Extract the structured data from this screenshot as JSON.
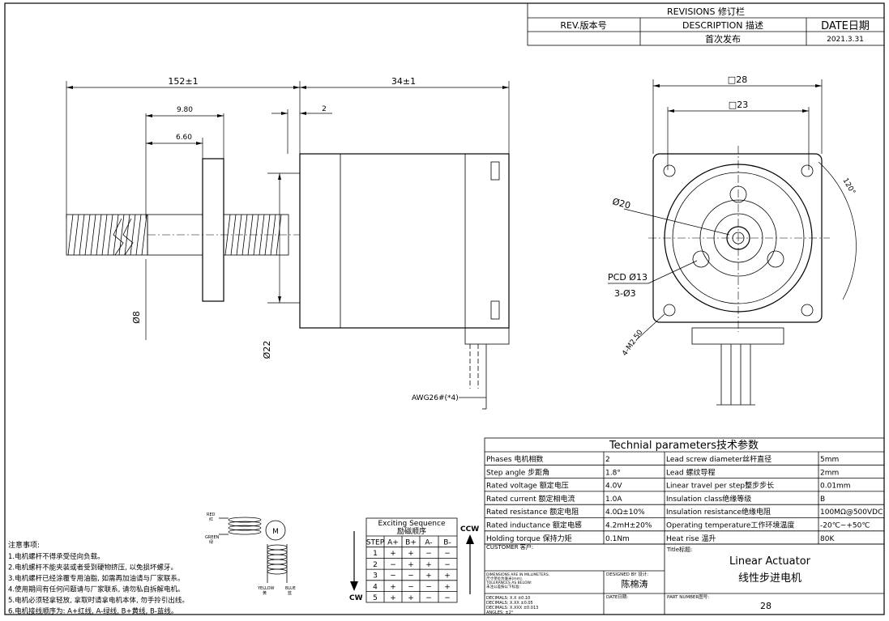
{
  "revisions": {
    "title": "REVISIONS 修订栏",
    "col_rev": "REV.版本号",
    "col_desc": "DESCRIPTION 描述",
    "col_date": "DATE日期",
    "row_desc": "首次发布",
    "row_date": "2021.3.31"
  },
  "side_view": {
    "dim_overall": "152±1",
    "dim_body": "34±1",
    "dim_980": "9.80",
    "dim_660": "6.60",
    "dim_2": "2",
    "dim_d8": "Ø8",
    "dim_d22": "Ø22",
    "wire_label": "AWG26#(*4)"
  },
  "front_view": {
    "dim_28": "□28",
    "dim_23": "□23",
    "dim_120": "120°",
    "dim_d20": "Ø20",
    "dim_pcd": "PCD Ø13",
    "dim_3holes": "3-Ø3",
    "dim_m250": "4-M2.50"
  },
  "params": {
    "title": "Technial parameters技术参数",
    "rows": [
      [
        "Phases 电机相数",
        "2",
        "Lead screw diameter丝杆直径",
        "5mm"
      ],
      [
        "Step angle 步距角",
        "1.8°",
        "Lead 螺纹导程",
        "2mm"
      ],
      [
        "Rated voltage 额定电压",
        "4.0V",
        "Linear travel per step整步步长",
        "0.01mm"
      ],
      [
        "Rated current 额定相电流",
        "1.0A",
        "Insulation class绝缘等级",
        "B"
      ],
      [
        "Rated resistance 额定电阻",
        "4.0Ω±10%",
        "Insulation resistance绝缘电阻",
        "100MΩ@500VDC"
      ],
      [
        "Rated inductance 额定电感",
        "4.2mH±20%",
        "Operating temperature工作环境温度",
        "-20℃~+50℃"
      ],
      [
        "Holding torque 保持力矩",
        "0.1Nm",
        "Heat rise 温升",
        "80K"
      ]
    ]
  },
  "title_block": {
    "customer": "CUSTOMER 客户:",
    "title_label": "Title标题:",
    "title_en": "Linear Actuator",
    "title_cn": "线性步进电机",
    "dims_note": "DIMENSIONS ARE IN MILLIMETERS.",
    "dims_note_cn": "尺寸单位为毫米(mm).",
    "tol_note": "TOLERANCES AS BELOW:",
    "tol_note_cn": "未注公差按以下标准:",
    "tol1": "DECIMALS: X.X  ±0.10",
    "tol2": "DECIMALS: X.XX  ±0.05",
    "tol3": "DECIMALS: X.XXX ±0.013",
    "tol4": "ANGLES: ±2°",
    "designed_label": "DESIGNED BY 设计:",
    "designer": "陈棉涛",
    "date_label": "DATE日期:",
    "part_label": "PART NUMBER图号:",
    "part_number": "28"
  },
  "sequence": {
    "title": "Exciting Sequence",
    "title_cn": "励磁顺序",
    "headers": [
      "STEP",
      "A+",
      "B+",
      "A-",
      "B-"
    ],
    "rows": [
      [
        "1",
        "+",
        "+",
        "−",
        "−"
      ],
      [
        "2",
        "−",
        "+",
        "+",
        "−"
      ],
      [
        "3",
        "−",
        "−",
        "+",
        "+"
      ],
      [
        "4",
        "+",
        "−",
        "−",
        "+"
      ],
      [
        "5",
        "+",
        "+",
        "−",
        "−"
      ]
    ],
    "ccw": "CCW",
    "cw": "CW"
  },
  "wiring": {
    "red": "RED",
    "red_cn": "红",
    "green": "GREEN",
    "green_cn": "绿",
    "yellow": "YELLOW",
    "yellow_cn": "黄",
    "blue": "BLUE",
    "blue_cn": "蓝",
    "motor": "M"
  },
  "notes": {
    "title": "注意事项:",
    "items": [
      "1.电机螺杆不得承受径向负载。",
      "2.电机螺杆不能夹装或者受到硬物挤压, 以免损坏螺牙。",
      "3.电机螺杆已经涂覆专用油脂, 如需再加油请与厂家联系。",
      "4.使用期间有任何问题请与厂家联系, 请勿私自拆解电机。",
      "5.电机必须轻拿轻放, 拿取时请拿电机本体, 勿手拎引出线。",
      "6.电机接线顺序为: A+红线, A-绿线, B+黄线, B-蓝线。"
    ]
  }
}
